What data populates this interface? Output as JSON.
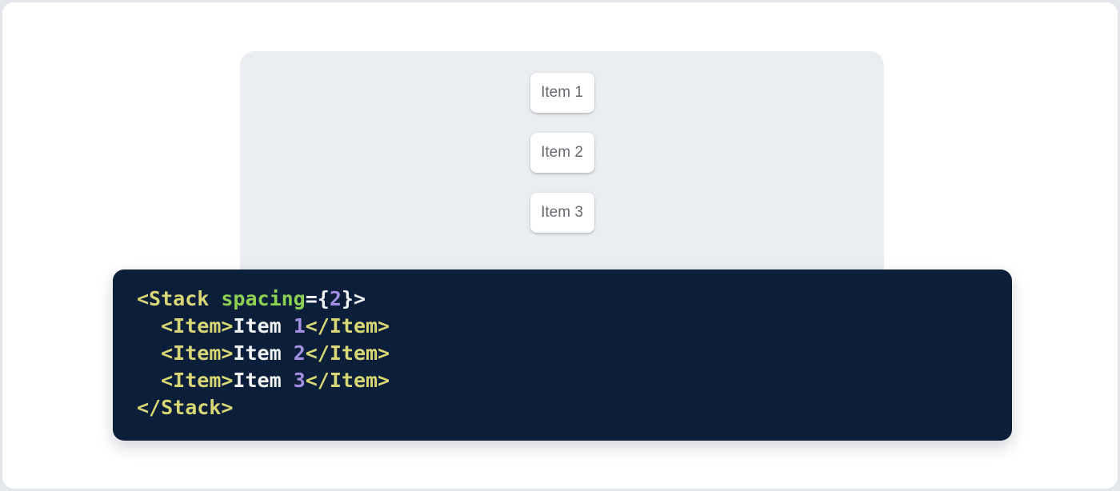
{
  "demo": {
    "items": [
      {
        "label": "Item 1"
      },
      {
        "label": "Item 2"
      },
      {
        "label": "Item 3"
      }
    ]
  },
  "code": {
    "language": "jsx",
    "lines": [
      {
        "tokens": [
          {
            "text": "<Stack",
            "type": "tag"
          },
          {
            "text": " ",
            "type": "plain"
          },
          {
            "text": "spacing",
            "type": "attr"
          },
          {
            "text": "={",
            "type": "plain"
          },
          {
            "text": "2",
            "type": "number"
          },
          {
            "text": "}>",
            "type": "plain"
          }
        ]
      },
      {
        "tokens": [
          {
            "text": "  ",
            "type": "plain"
          },
          {
            "text": "<Item>",
            "type": "tag"
          },
          {
            "text": "Item ",
            "type": "plain"
          },
          {
            "text": "1",
            "type": "number"
          },
          {
            "text": "</Item>",
            "type": "tag"
          }
        ]
      },
      {
        "tokens": [
          {
            "text": "  ",
            "type": "plain"
          },
          {
            "text": "<Item>",
            "type": "tag"
          },
          {
            "text": "Item ",
            "type": "plain"
          },
          {
            "text": "2",
            "type": "number"
          },
          {
            "text": "</Item>",
            "type": "tag"
          }
        ]
      },
      {
        "tokens": [
          {
            "text": "  ",
            "type": "plain"
          },
          {
            "text": "<Item>",
            "type": "tag"
          },
          {
            "text": "Item ",
            "type": "plain"
          },
          {
            "text": "3",
            "type": "number"
          },
          {
            "text": "</Item>",
            "type": "tag"
          }
        ]
      },
      {
        "tokens": [
          {
            "text": "</Stack>",
            "type": "tag"
          }
        ]
      }
    ]
  },
  "colors": {
    "code_background": "#0b1f3a",
    "token_tag": "#d8d675",
    "token_attr": "#8ed152",
    "token_number": "#a58fe3",
    "token_plain": "#f1f3f5",
    "demo_background": "#eaedf1",
    "item_text": "#66696e"
  }
}
